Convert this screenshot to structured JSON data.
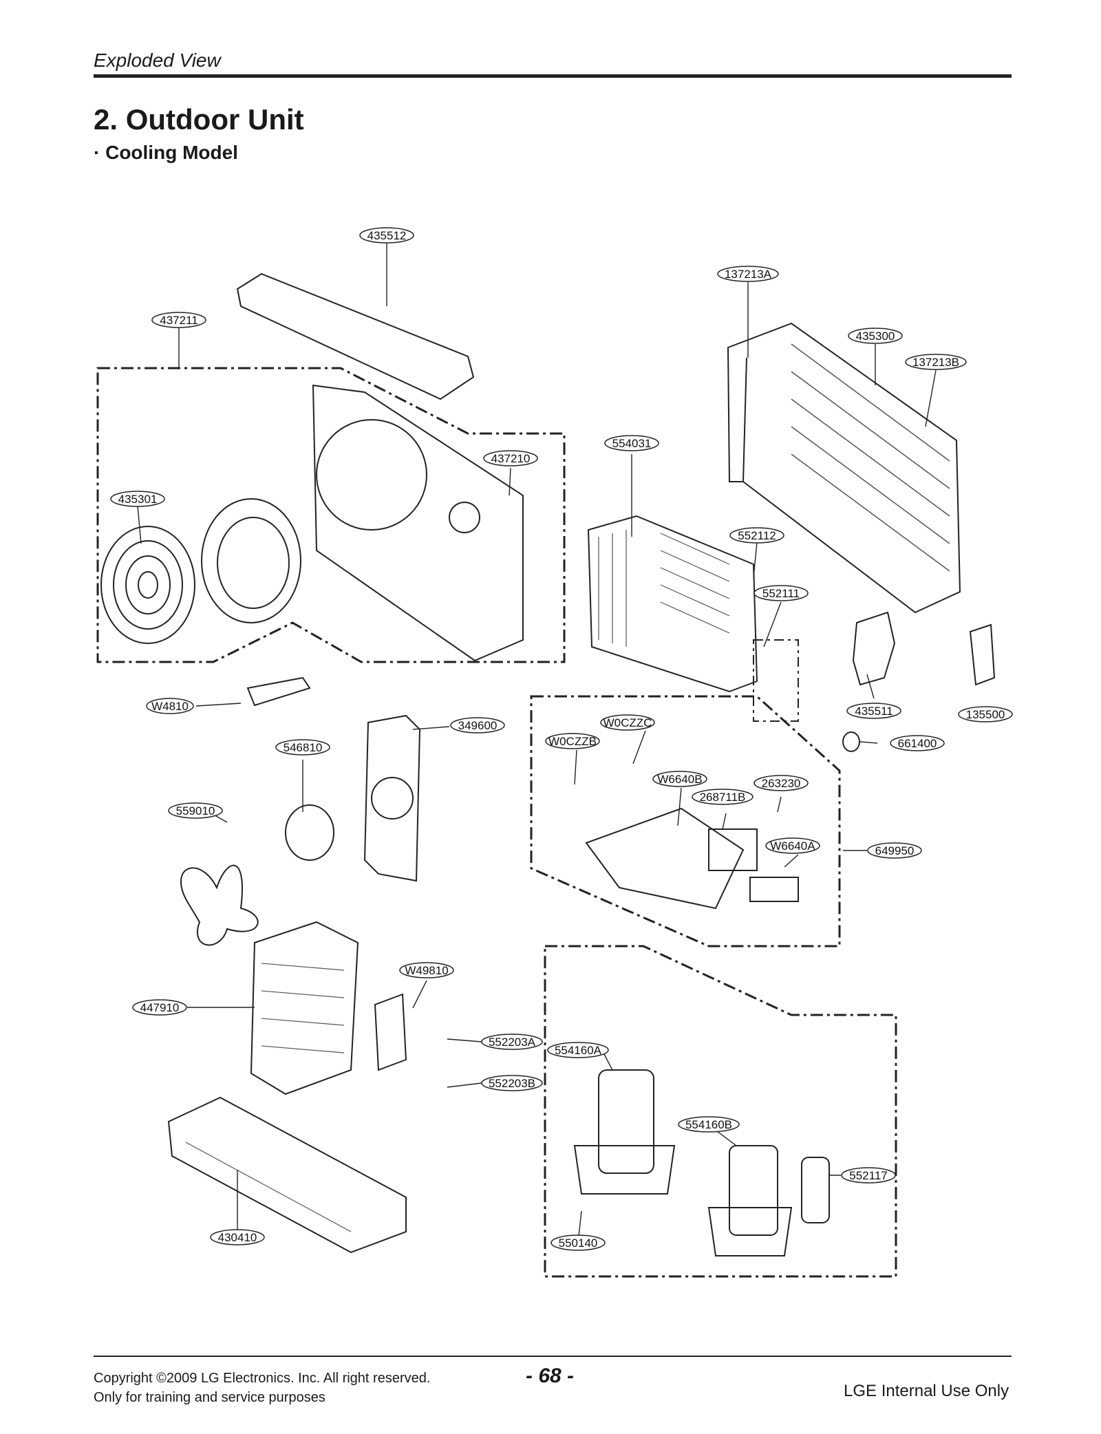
{
  "header": {
    "section": "Exploded View",
    "title": "2. Outdoor Unit",
    "subtitle": "· Cooling Model"
  },
  "callouts": [
    {
      "id": "c-435512",
      "label": "435512"
    },
    {
      "id": "c-137213A",
      "label": "137213A"
    },
    {
      "id": "c-437211",
      "label": "437211"
    },
    {
      "id": "c-435300",
      "label": "435300"
    },
    {
      "id": "c-137213B",
      "label": "137213B"
    },
    {
      "id": "c-437210",
      "label": "437210"
    },
    {
      "id": "c-554031",
      "label": "554031"
    },
    {
      "id": "c-435301",
      "label": "435301"
    },
    {
      "id": "c-552112",
      "label": "552112"
    },
    {
      "id": "c-552111",
      "label": "552111"
    },
    {
      "id": "c-W4810",
      "label": "W4810"
    },
    {
      "id": "c-435511",
      "label": "435511"
    },
    {
      "id": "c-135500",
      "label": "135500"
    },
    {
      "id": "c-W0CZZC",
      "label": "W0CZZC"
    },
    {
      "id": "c-349600",
      "label": "349600"
    },
    {
      "id": "c-661400",
      "label": "661400"
    },
    {
      "id": "c-W0CZZB",
      "label": "W0CZZB"
    },
    {
      "id": "c-546810",
      "label": "546810"
    },
    {
      "id": "c-W6640B",
      "label": "W6640B"
    },
    {
      "id": "c-263230",
      "label": "263230"
    },
    {
      "id": "c-268711B",
      "label": "268711B"
    },
    {
      "id": "c-559010",
      "label": "559010"
    },
    {
      "id": "c-W6640A",
      "label": "W6640A"
    },
    {
      "id": "c-649950",
      "label": "649950"
    },
    {
      "id": "c-W49810",
      "label": "W49810"
    },
    {
      "id": "c-447910",
      "label": "447910"
    },
    {
      "id": "c-552203A",
      "label": "552203A"
    },
    {
      "id": "c-554160A",
      "label": "554160A"
    },
    {
      "id": "c-552203B",
      "label": "552203B"
    },
    {
      "id": "c-554160B",
      "label": "554160B"
    },
    {
      "id": "c-552117",
      "label": "552117"
    },
    {
      "id": "c-430410",
      "label": "430410"
    },
    {
      "id": "c-550140",
      "label": "550140"
    }
  ],
  "footer": {
    "copyright": "Copyright ©2009 LG Electronics. Inc. All right reserved.",
    "training": "Only for training and service purposes",
    "page": "- 68 -",
    "internal": "LGE Internal Use Only"
  }
}
